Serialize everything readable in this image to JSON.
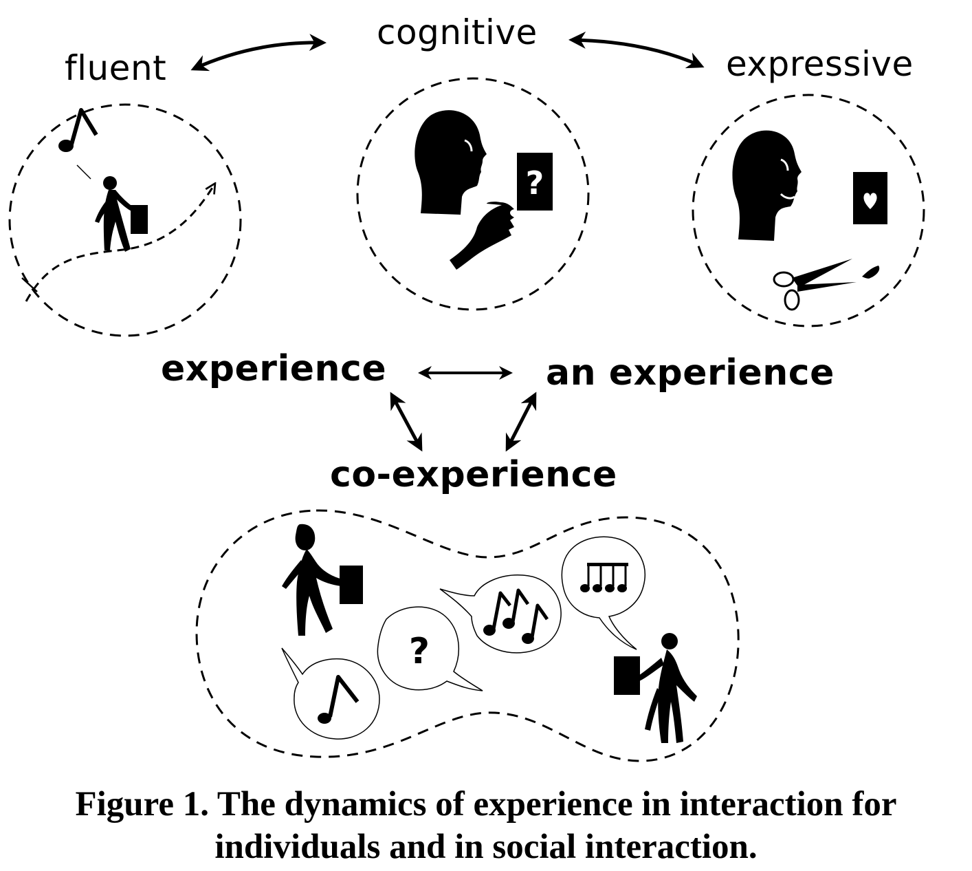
{
  "labels": {
    "fluent": "fluent",
    "cognitive": "cognitive",
    "expressive": "expressive",
    "experience": "experience",
    "an_experience": "an experience",
    "co_experience": "co-experience"
  },
  "icon_symbols": {
    "question": "?",
    "heart": "♥"
  },
  "caption": {
    "line1": "Figure 1. The dynamics of experience in interaction for",
    "line2": "individuals and in social interaction."
  },
  "colors": {
    "ink": "#000000",
    "paper": "#ffffff"
  }
}
